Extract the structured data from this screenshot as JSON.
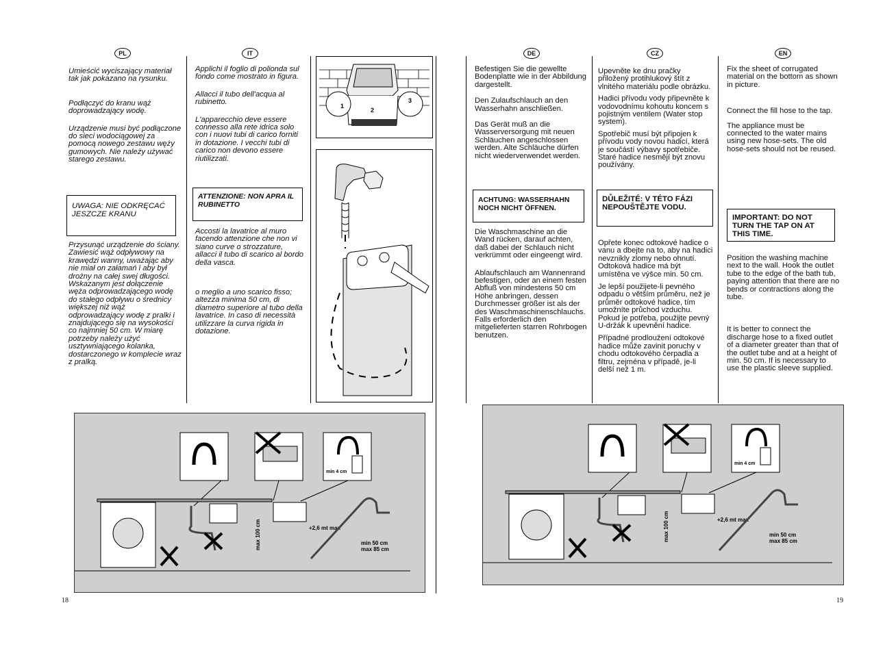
{
  "left_page": {
    "pl": {
      "badge": "PL",
      "p1": "Umieścić wyciszający materiał tak jak pokazano na rysunku.",
      "p2": "Podłączyć do kranu wąż doprowadzający wodę.",
      "p3": "Urządzenie musi być podłączone do sieci wodociągowej za pomocą nowego zestawu węży gumowych. Nie należy używać starego zestawu.",
      "warning": "UWAGA: NIE ODKRĘCAĆ JESZCZE KRANU",
      "p4": "Przysunąć urządzenie do ściany. Zawiesić wąż odpływowy na krawędzi wanny, uważając aby nie miał on załamań i aby był drożny na całej swej długości. Wskazanym jest dołączenie węża odprowadzającego wodę do stałego odpływu o średnicy większej niż wąż odprowadzający wodę z pralki i znajdującego się na wysokości co najmniej 50 cm. W miarę potrzeby należy użyć usztywniającego kolanka, dostarczonego w komplecie wraz z pralką."
    },
    "it": {
      "badge": "IT",
      "p1": "Applichi il foglio di polionda sul fondo come mostrato in figura.",
      "p2": "Allacci il tubo dell'acqua al rubinetto.",
      "p3": "L'apparecchio deve essere connesso alla rete idrica solo con i nuovi tubi di carico forniti in dotazione. I vecchi tubi di carico non devono essere riutilizzati.",
      "warning": "ATTENZIONE: NON APRA IL RUBINETTO",
      "p4": "Accosti la lavatrice al muro facendo attenzione che non vi siano curve o strozzature, allacci il tubo di scarico al bordo della vasca.",
      "p5": "o meglio a uno scarico fisso; altezza minima 50 cm, di diametro superiore al tubo della lavatrice. In caso di necessità utilizzare la curva rigida in dotazione."
    },
    "figure_labels": [
      "1",
      "2",
      "3"
    ],
    "diagram": {
      "h100": "max 100 cm",
      "h26": "+2,6 mt max",
      "min4": "min 4 cm",
      "minmax": "min 50 cm\nmax 85 cm"
    },
    "page_number": "18"
  },
  "right_page": {
    "de": {
      "badge": "DE",
      "p1": "Befestigen Sie die gewellte Bodenplatte wie in der Abbildung dargestellt.",
      "p2": "Den Zulaufschlauch an den Wasserhahn anschließen.",
      "p3": "Das Gerät muß an die Wasserversorgung mit neuen Schläuchen angeschlossen werden. Alte Schläuche dürfen nicht wiederverwendet werden.",
      "warning": "ACHTUNG: WASSERHAHN NOCH NICHT ÖFFNEN.",
      "p4": "Die Waschmaschine an die Wand rücken, darauf achten, daß dabei der Schlauch nicht verkrümmt oder eingeengt wird.",
      "p5": "Ablaufschlauch am Wannenrand befestigen, oder an einem festen Abfluß von mindestens 50 cm Höhe anbringen, dessen Durchmesser größer ist als der des Waschmaschinenschlauchs. Falls erforderlich den mitgelieferten starren Rohrbogen benutzen."
    },
    "cz": {
      "badge": "CZ",
      "p1": "Upevněte ke dnu pračky přiložený protihlukový štít z vlnitého materiálu podle obrázku.",
      "p2": "Hadici přívodu vody připevněte k vodovodnímu kohoutu koncem s pojistným ventilem (Water stop system).",
      "p3": "Spotřebič musí být připojen k přívodu vody novou hadicí, která je součástí výbavy spotřebiče. Staré hadice nesmějí být znovu používány.",
      "warning": "DŮLEŽITÉ: V TÉTO FÁZI NEPOUŠTĚJTE VODU.",
      "p4": "Opřete konec odtokové hadice o vanu a dbejte na to, aby na hadici nevznikly zlomy nebo ohnutí. Odtoková hadice má být umístěna ve výšce min. 50 cm.",
      "p5": "Je lepší použijete-li pevného odpadu o větším průměru, než je průměr odtokové hadice, tím umožníte průchod vzduchu. Pokud je potřeba, použijte pevný U-držák k upevnění hadice.",
      "p6": "Případné prodloužení odtokové hadice může zavinit poruchy v chodu odtokového čerpadla a filtru, zejména v případě, je-li delší než 1 m."
    },
    "en": {
      "badge": "EN",
      "p1": "Fix the sheet of corrugated material on the bottom as shown in picture.",
      "p2": "Connect the fill hose to the tap.",
      "p3": "The appliance must be connected to the water mains using new hose-sets. The old hose-sets should not be reused.",
      "warning": "IMPORTANT: DO NOT TURN THE TAP ON AT THIS TIME.",
      "p4": "Position the washing machine next to the wall. Hook the outlet tube to the edge of the bath tub, paying attention that there are no bends or contractions along the tube.",
      "p5": "It is better to connect the discharge hose to a fixed outlet of a diameter greater than that of the outlet tube and at a height of min. 50 cm. If is necessary to use the plastic sleeve supplied."
    },
    "page_number": "19"
  }
}
